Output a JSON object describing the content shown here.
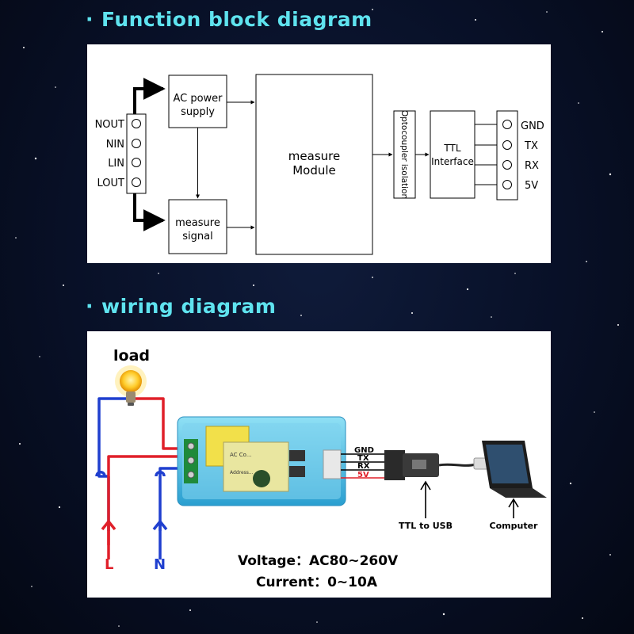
{
  "section1": {
    "bullet": "·",
    "title": "Function block diagram"
  },
  "section2": {
    "bullet": "·",
    "title": "wiring diagram"
  },
  "block_diagram": {
    "left_terminals": [
      "NOUT",
      "NIN",
      "LIN",
      "LOUT"
    ],
    "ac_power_supply": [
      "AC power",
      "supply"
    ],
    "measure_signal": [
      "measure",
      "signal"
    ],
    "measure_module": [
      "measure",
      "Module"
    ],
    "optocoupler": "Optocoupler isolation",
    "ttl_interface": [
      "TTL",
      "Interface"
    ],
    "right_terminals": [
      "GND",
      "TX",
      "RX",
      "5V"
    ]
  },
  "wiring": {
    "load_label": "load",
    "board_text": [
      "AC Co...",
      "Address..."
    ],
    "pins": [
      "GND",
      "TX",
      "RX",
      "5V"
    ],
    "ttl_usb_label": "TTL to USB",
    "computer_label": "Computer",
    "line_label": "L",
    "neutral_label": "N",
    "voltage": "Voltage：AC80~260V",
    "current": "Current：0~10A"
  },
  "colors": {
    "heading": "#5fe3ef",
    "line_wire": "#e0202a",
    "neutral_wire": "#1f3fcf",
    "module_body": "#4fc4e8",
    "terminal_green": "#1f8a3a"
  }
}
